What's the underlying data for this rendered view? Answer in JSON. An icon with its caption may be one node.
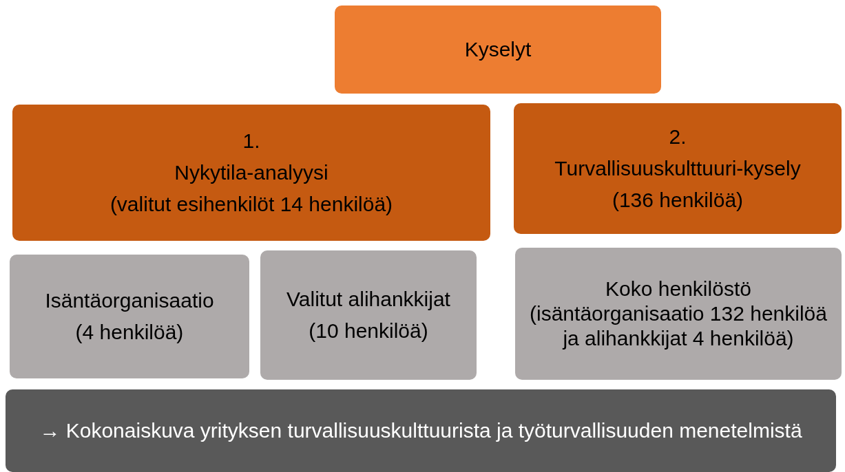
{
  "diagram": {
    "nodes": [
      {
        "text": [
          "Kyselyt"
        ]
      },
      {
        "text": [
          "1.",
          "Nykytila-analyysi",
          "(valitut esihenkilöt 14 henkilöä)"
        ]
      },
      {
        "text": [
          "2.",
          "Turvallisuuskulttuuri-kysely",
          "(136 henkilöä)"
        ]
      },
      {
        "text": [
          "Isäntäorganisaatio",
          "(4 henkilöä)"
        ]
      },
      {
        "text": [
          "Valitut alihankkijat",
          "(10 henkilöä)"
        ]
      },
      {
        "text": [
          "Koko henkilöstö",
          "(isäntäorganisaatio 132 henkilöä ja alihankkijat 4 henkilöä)"
        ]
      },
      {
        "text": [
          "→ Kokonaiskuva yrityksen turvallisuuskulttuurista ja työturvallisuuden menetelmistä"
        ]
      }
    ]
  }
}
